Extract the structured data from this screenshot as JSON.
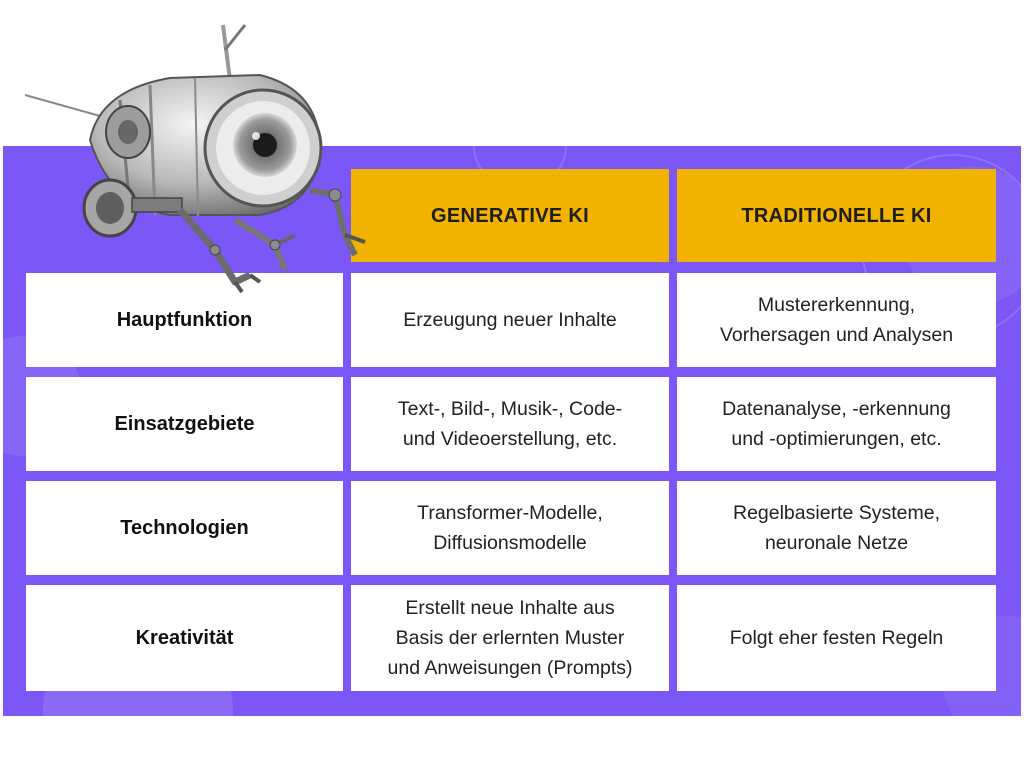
{
  "table": {
    "headers": [
      "",
      "GENERATIVE KI",
      "TRADITIONELLE KI"
    ],
    "rows": [
      {
        "label": "Hauptfunktion",
        "generative": [
          "Erzeugung neuer Inhalte"
        ],
        "traditional": [
          "Mustererkennung,",
          "Vorhersagen und Analysen"
        ]
      },
      {
        "label": "Einsatzgebiete",
        "generative": [
          "Text-, Bild-, Musik-, Code-",
          "und Videoerstellung, etc."
        ],
        "traditional": [
          "Datenanalyse, -erkennung",
          "und -optimierungen, etc."
        ]
      },
      {
        "label": "Technologien",
        "generative": [
          "Transformer-Modelle,",
          "Diffusionsmodelle"
        ],
        "traditional": [
          "Regelbasierte Systeme,",
          "neuronale Netze"
        ]
      },
      {
        "label": "Kreativität",
        "generative": [
          "Erstellt neue Inhalte aus",
          "Basis der erlernten Muster",
          "und Anweisungen (Prompts)"
        ],
        "traditional": [
          "Folgt eher festen Regeln"
        ]
      }
    ]
  },
  "colors": {
    "panel": "#7a57f6",
    "header": "#f2b200",
    "cell": "#ffffff"
  },
  "illustration": {
    "icon": "robot-eye-icon"
  }
}
